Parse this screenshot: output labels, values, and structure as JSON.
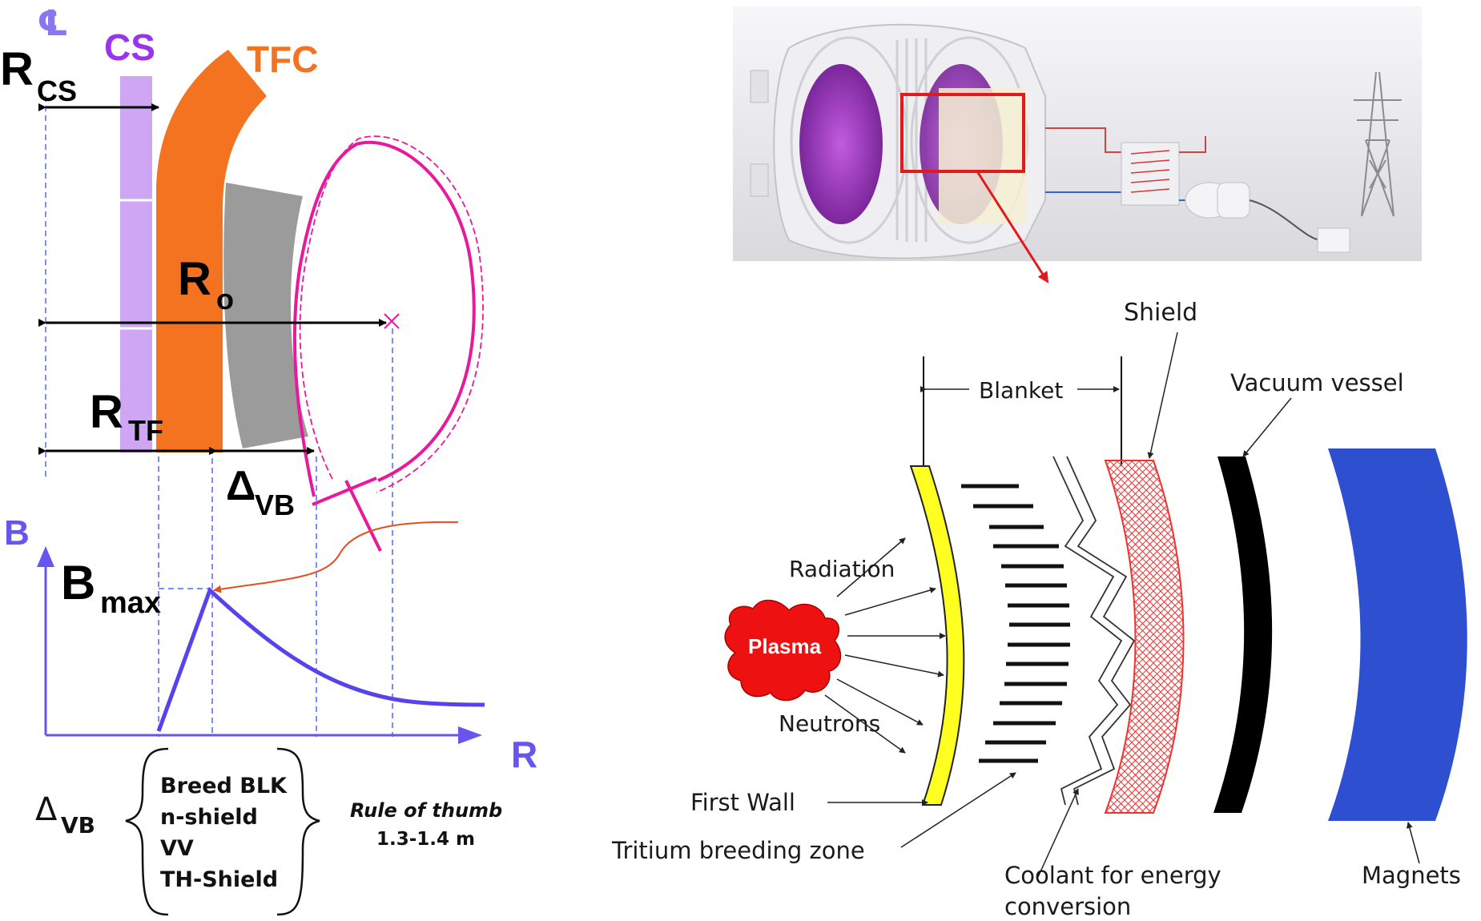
{
  "left": {
    "centerline": "℄",
    "cs": "CS",
    "tfc": "TFC",
    "r_cs": {
      "main": "R",
      "sub": "CS"
    },
    "r_o": {
      "main": "R",
      "sub": "o"
    },
    "r_tf": {
      "main": "R",
      "sub": "TF"
    },
    "delta_vb": {
      "main": "Δ",
      "sub": "VB"
    },
    "axis_b": "B",
    "b_max": {
      "main": "B",
      "sub": "max"
    },
    "axis_r": "R",
    "delta_vb_bottom": {
      "main": "Δ",
      "sub": "VB"
    },
    "vb_components": [
      "Breed BLK",
      "n-shield",
      "VV",
      "TH-Shield"
    ],
    "rule_of_thumb": "Rule of thumb",
    "rule_value": "1.3-1.4 m"
  },
  "right": {
    "shield": "Shield",
    "blanket": "Blanket",
    "vacuum_vessel": "Vacuum vessel",
    "radiation": "Radiation",
    "plasma": "Plasma",
    "neutrons": "Neutrons",
    "first_wall": "First Wall",
    "tritium_zone": "Tritium breeding zone",
    "coolant_line1": "Coolant for energy",
    "coolant_line2": "conversion",
    "magnets": "Magnets"
  },
  "colors": {
    "cs": "#cfa6f3",
    "tfc": "#f37321",
    "shield_block": "#9b9b9b",
    "plasma_outline": "#e8199c",
    "axis": "#6655ee",
    "first_wall": "#ffff22",
    "magnets": "#2e4fd0",
    "plasma": "#ee1111",
    "shield_hatch": "#ee3333"
  }
}
